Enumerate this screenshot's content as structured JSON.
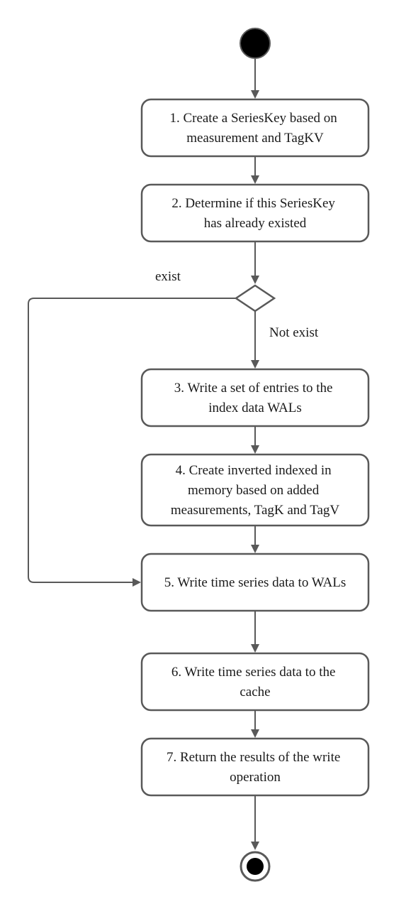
{
  "diagram": {
    "type": "activity-flowchart",
    "steps": [
      {
        "id": "s1",
        "lines": [
          "1. Create a SeriesKey based on",
          "measurement and TagKV"
        ]
      },
      {
        "id": "s2",
        "lines": [
          "2. Determine if this SeriesKey",
          "has already existed"
        ]
      },
      {
        "id": "s3",
        "lines": [
          "3. Write a set of entries to the",
          "index data WALs"
        ]
      },
      {
        "id": "s4",
        "lines": [
          "4. Create inverted indexed in",
          "memory based on added",
          "measurements, TagK and TagV"
        ]
      },
      {
        "id": "s5",
        "lines": [
          "5. Write time series data to WALs"
        ]
      },
      {
        "id": "s6",
        "lines": [
          "6. Write time series data to the",
          "cache"
        ]
      },
      {
        "id": "s7",
        "lines": [
          "7. Return the results of the write",
          "operation"
        ]
      }
    ],
    "decision": {
      "exist_label": "exist",
      "not_exist_label": "Not exist"
    },
    "colors": {
      "stroke": "#595959",
      "fill": "#ffffff",
      "text": "#1a1a1a",
      "start_node": "#000000"
    }
  }
}
